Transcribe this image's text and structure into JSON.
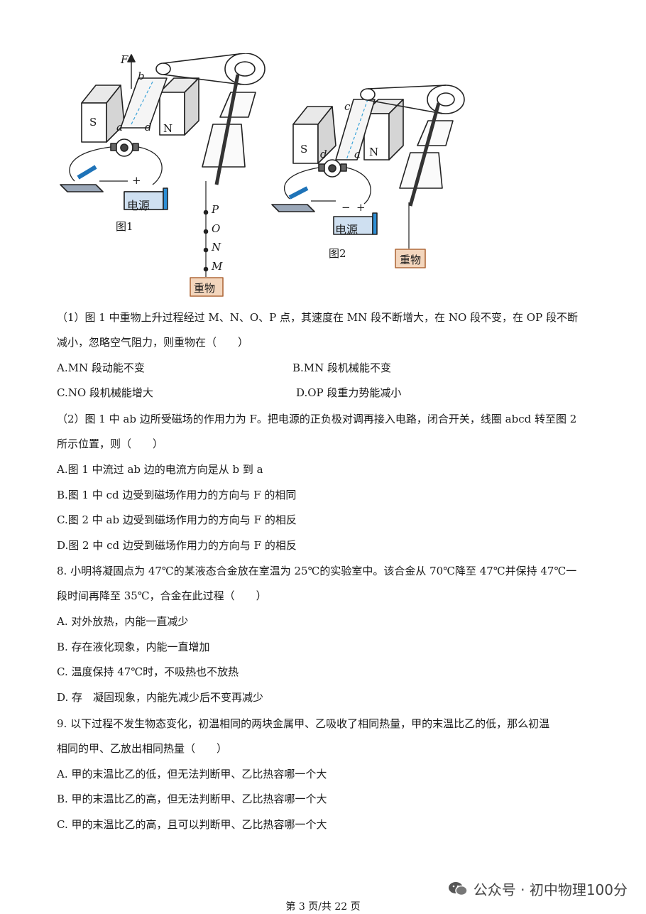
{
  "figure1": {
    "caption": "图1",
    "force_label": "F",
    "coil_labels": {
      "a": "a",
      "b": "b",
      "d": "d"
    },
    "magnet_s": "S",
    "magnet_n": "N",
    "power_label": "电源",
    "plus_sign": "+",
    "points": [
      "P",
      "O",
      "N",
      "M"
    ],
    "weight_label": "重物"
  },
  "figure2": {
    "caption": "图2",
    "coil_labels": {
      "c": "c",
      "d": "d",
      "a": "a"
    },
    "magnet_s": "S",
    "magnet_n": "N",
    "power_label": "电源",
    "minus_sign": "−",
    "plus_sign": "+",
    "weight_label": "重物"
  },
  "questions": {
    "q7_1_stem_1": "（1）图 1 中重物上升过程经过 M、N、O、P 点，其速度在 MN 段不断增大，在 NO 段不变，在 OP 段不断",
    "q7_1_stem_2": "减小，忽略空气阻力，则重物在（　　）",
    "q7_1_A": "A.MN 段动能不变",
    "q7_1_B": "B.MN 段机械能不变",
    "q7_1_C": "C.NO 段机械能增大",
    "q7_1_D": "D.OP 段重力势能减小",
    "q7_2_stem_1": "（2）图 1 中 ab 边所受磁场的作用力为 F。把电源的正负极对调再接入电路，闭合开关，线圈 abcd 转至图 2",
    "q7_2_stem_2": "所示位置，则（　　）",
    "q7_2_A": "A.图 1 中流过 ab 边的电流方向是从 b 到 a",
    "q7_2_B": "B.图 1 中 cd 边受到磁场作用力的方向与 F 的相同",
    "q7_2_C": "C.图 2 中 ab 边受到磁场作用力的方向与 F 的相反",
    "q7_2_D": "D.图 2 中 cd 边受到磁场作用力的方向与 F 的相反",
    "q8_stem_1": "8.  小明将凝固点为 47℃的某液态合金放在室温为 25℃的实验室中。该合金从 70℃降至 47℃并保持 47℃一",
    "q8_stem_2": "段时间再降至 35℃，合金在此过程（　　）",
    "q8_A": "A.  对外放热，内能一直减少",
    "q8_B": "B.  存在液化现象，内能一直增加",
    "q8_C": "C.  温度保持 47℃时，不吸热也不放热",
    "q8_D": "D.  存　凝固现象，内能先减少后不变再减少",
    "q9_stem_1": "9.  以下过程不发生物态变化，初温相同的两块金属甲、乙吸收了相同热量，甲的末温比乙的低，那么初温",
    "q9_stem_2": "相同的甲、乙放出相同热量（　　）",
    "q9_A": "A.  甲的末温比乙的低，但无法判断甲、乙比热容哪一个大",
    "q9_B": "B.  甲的末温比乙的高，但无法判断甲、乙比热容哪一个大",
    "q9_C": "C.  甲的末温比乙的高，且可以判断甲、乙比热容哪一个大"
  },
  "watermark": {
    "text": "公众号 · 初中物理100分",
    "icon": "wechat-icon"
  },
  "footer": {
    "page": "第 3 页/共 22 页"
  }
}
